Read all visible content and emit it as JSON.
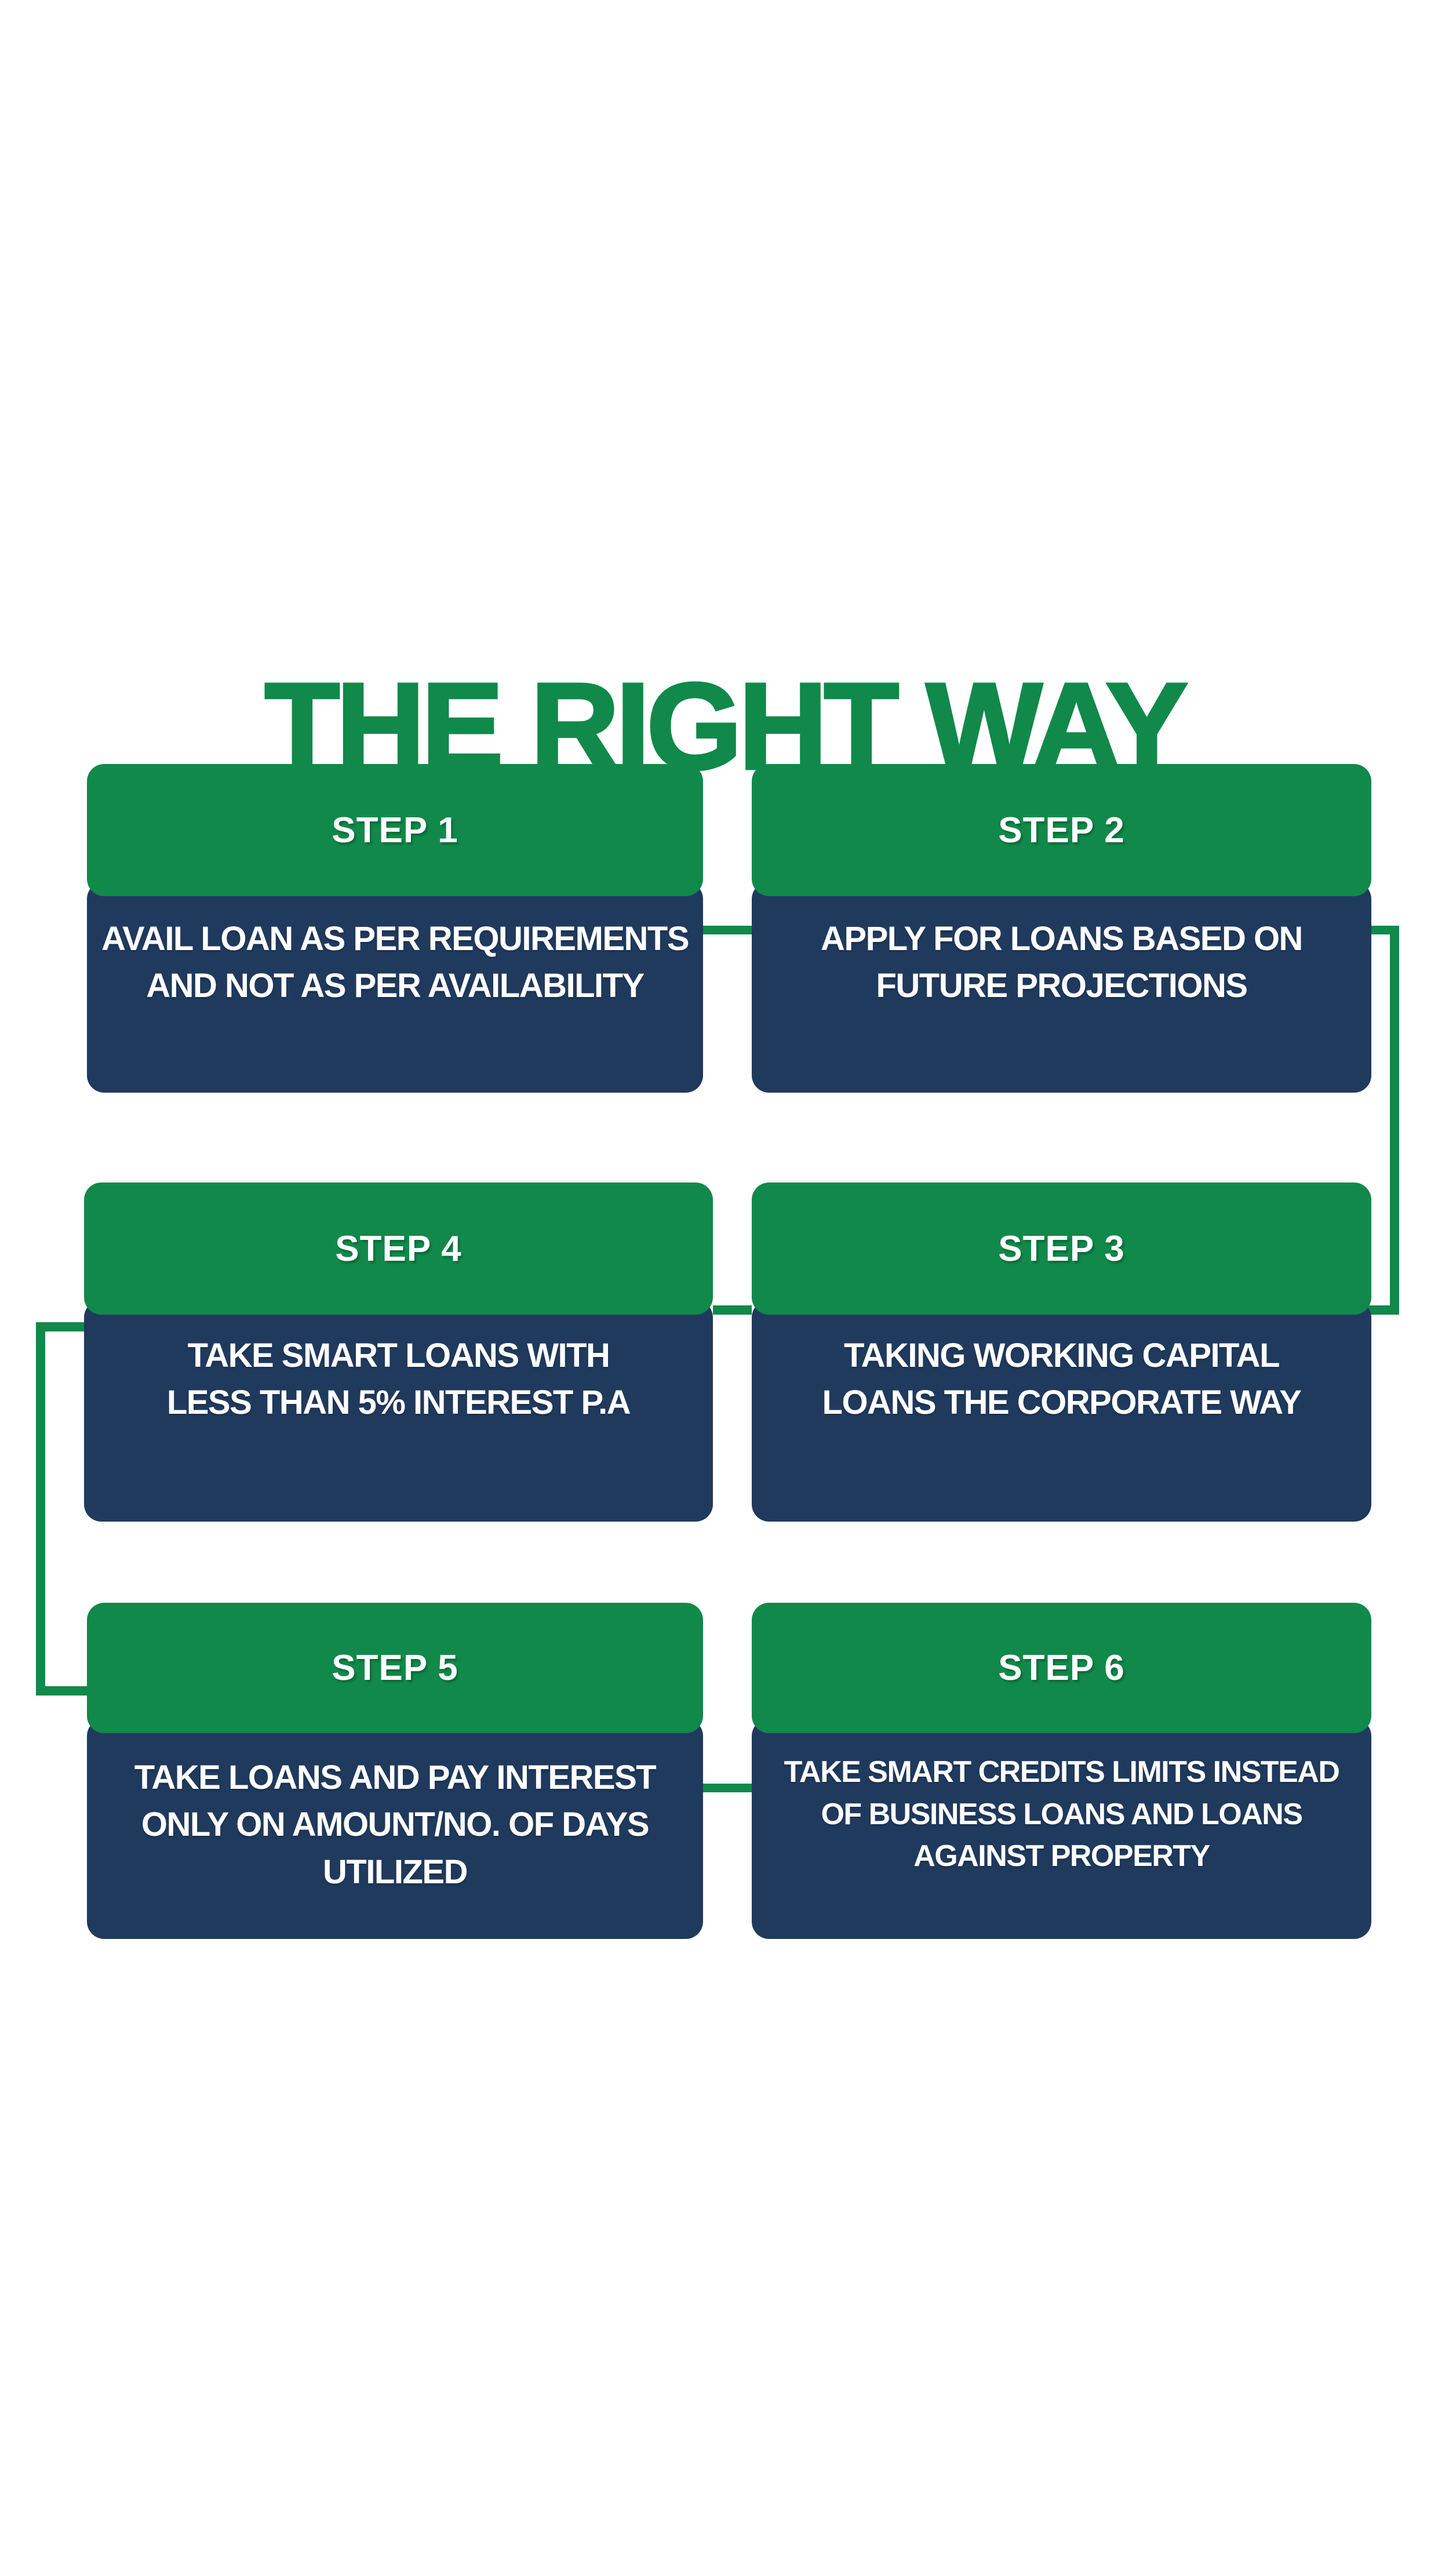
{
  "title": "THE RIGHT WAY",
  "colors": {
    "accent_green": "#11894A",
    "card_navy": "#203A5E",
    "background": "#FFFFFF",
    "card_text": "#FFFFFF"
  },
  "steps": [
    {
      "label": "STEP 1",
      "description": "AVAIL LOAN AS PER REQUIREMENTS\nAND NOT AS PER AVAILABILITY"
    },
    {
      "label": "STEP 2",
      "description": "APPLY FOR LOANS BASED ON\nFUTURE PROJECTIONS"
    },
    {
      "label": "STEP 3",
      "description": "TAKING WORKING CAPITAL\nLOANS THE CORPORATE WAY"
    },
    {
      "label": "STEP 4",
      "description": "TAKE SMART LOANS WITH\nLESS THAN 5% INTEREST P.A"
    },
    {
      "label": "STEP 5",
      "description": "TAKE LOANS AND PAY INTEREST\nONLY ON AMOUNT/NO. OF DAYS\nUTILIZED"
    },
    {
      "label": "STEP 6",
      "description": "TAKE SMART CREDITS LIMITS INSTEAD\nOF BUSINESS LOANS AND LOANS\nAGAINST PROPERTY"
    }
  ],
  "flow_order": [
    "STEP 1",
    "STEP 2",
    "STEP 3",
    "STEP 4",
    "STEP 5",
    "STEP 6"
  ]
}
